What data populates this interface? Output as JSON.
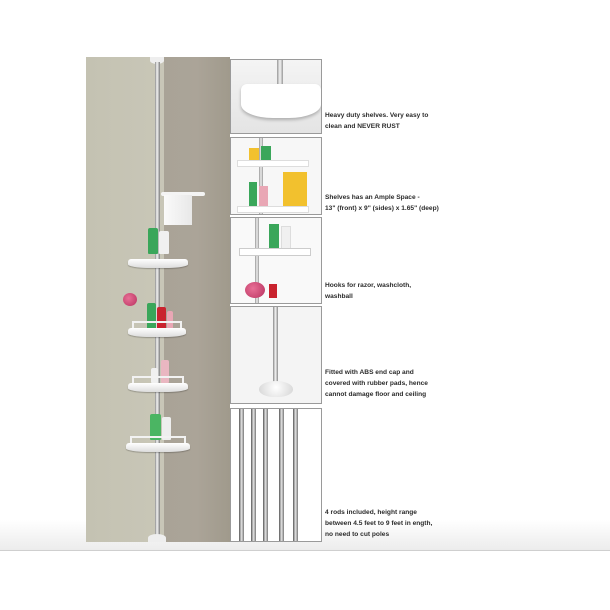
{
  "captions": [
    {
      "lines": [
        "Heavy duty shelves. Very easy to",
        "clean and NEVER RUST"
      ]
    },
    {
      "lines": [
        "Shelves has an Ample Space -",
        "13\" (front) x 9\" (sides) x 1.65\" (deep)"
      ]
    },
    {
      "lines": [
        "Hooks for razor, washcloth,",
        "washball"
      ]
    },
    {
      "lines": [
        "Fitted with ABS end cap and",
        "covered with rubber pads, hence",
        "cannot damage floor and ceiling"
      ]
    },
    {
      "lines": [
        "4 rods included, height range",
        "between 4.5 feet to 9 feet in ength,",
        "no need to cut poles"
      ]
    }
  ],
  "colors": {
    "wall_light": "#c6c4b4",
    "wall_dark": "#a9a397",
    "bottle_green": "#3aa65a",
    "bottle_red": "#c9232e",
    "sponge_pink": "#d9507d",
    "towel_yellow": "#f2c12e",
    "chrome": "#cfcfcf"
  }
}
